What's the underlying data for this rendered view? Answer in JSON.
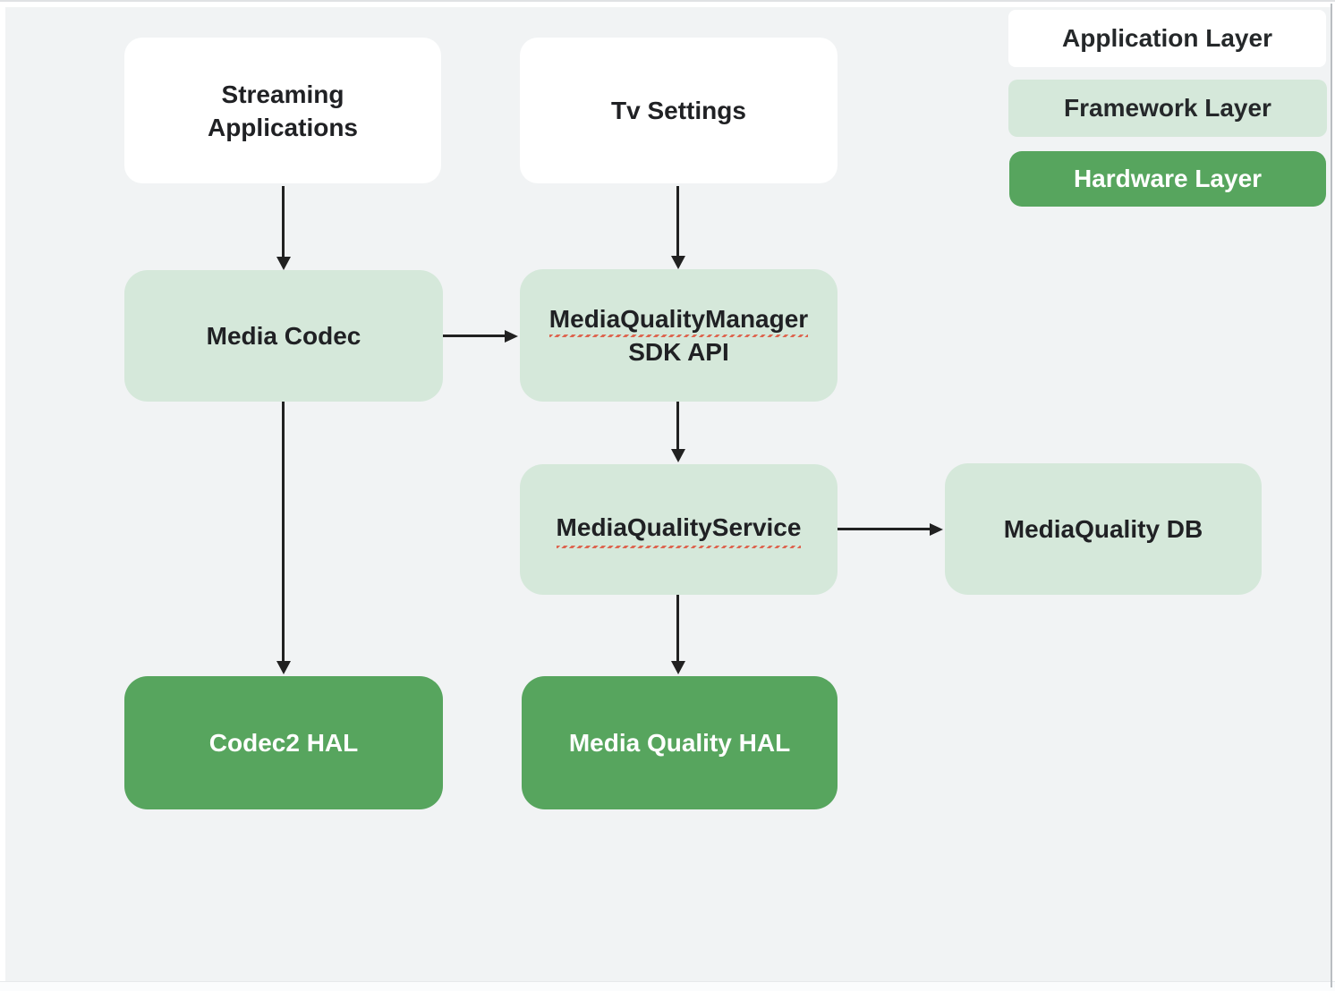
{
  "colors": {
    "background": "#f1f3f4",
    "box_white": "#ffffff",
    "box_light_green": "#d5e8da",
    "box_dark_green": "#57a55e",
    "text_dark": "#202124",
    "text_light": "#ffffff",
    "arrow": "#212121",
    "spellcheck_underline": "#dd6550"
  },
  "legend": {
    "application": "Application Layer",
    "framework": "Framework Layer",
    "hardware": "Hardware Layer"
  },
  "diagram": {
    "nodes": {
      "streaming_apps": {
        "label": "Streaming Applications",
        "layer": "application"
      },
      "tv_settings": {
        "label": "Tv Settings",
        "layer": "application"
      },
      "media_codec": {
        "label": "Media Codec",
        "layer": "framework"
      },
      "mq_manager": {
        "line1": "MediaQualityManager",
        "line2": "SDK API",
        "layer": "framework"
      },
      "mq_service": {
        "label": "MediaQualityService",
        "layer": "framework"
      },
      "mq_db": {
        "label": "MediaQuality DB",
        "layer": "framework"
      },
      "codec2_hal": {
        "label": "Codec2 HAL",
        "layer": "hardware"
      },
      "mq_hal": {
        "label": "Media Quality HAL",
        "layer": "hardware"
      }
    },
    "edges": [
      {
        "from": "streaming_apps",
        "to": "media_codec",
        "direction": "down"
      },
      {
        "from": "tv_settings",
        "to": "mq_manager",
        "direction": "down"
      },
      {
        "from": "media_codec",
        "to": "mq_manager",
        "direction": "right"
      },
      {
        "from": "mq_manager",
        "to": "mq_service",
        "direction": "down"
      },
      {
        "from": "mq_service",
        "to": "mq_db",
        "direction": "right"
      },
      {
        "from": "media_codec",
        "to": "codec2_hal",
        "direction": "down"
      },
      {
        "from": "mq_service",
        "to": "mq_hal",
        "direction": "down"
      }
    ]
  }
}
